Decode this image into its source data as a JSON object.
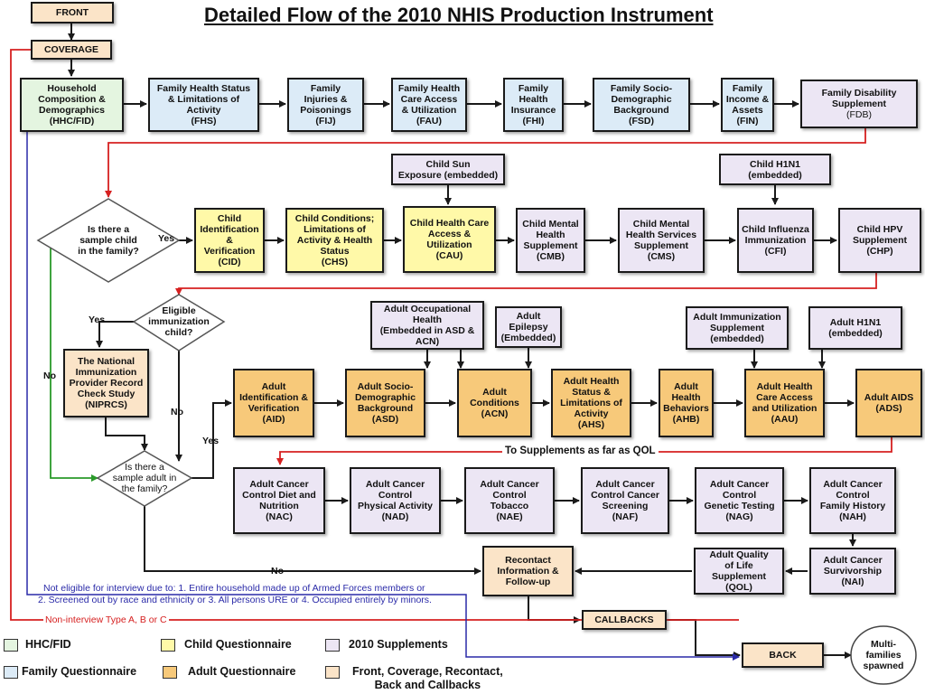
{
  "title": "Detailed Flow of the 2010 NHIS Production Instrument",
  "colors": {
    "family_questionnaire": "#dcebf7",
    "hhc_fid": "#e4f5e0",
    "child_questionnaire": "#fff9a8",
    "adult_questionnaire": "#f7c97a",
    "supplements": "#ece6f4",
    "front_back": "#fbe4c8",
    "red_flow": "#d62020",
    "blue_flow": "#2a2aa8",
    "green_flow": "#2a9a2a"
  },
  "front_nodes": {
    "front": "FRONT",
    "coverage": "COVERAGE",
    "callbacks": "CALLBACKS",
    "back": "BACK",
    "recontact": "Recontact\nInformation &\nFollow-up"
  },
  "family_row": {
    "hhc": "Household\nComposition &\nDemographics\n(HHC/FID)",
    "fhs": "Family Health Status\n& Limitations of\nActivity\n(FHS)",
    "fij": "Family\nInjuries &\nPoisonings\n(FIJ)",
    "fau": "Family Health\nCare Access\n& Utilization\n(FAU)",
    "fhi": "Family\nHealth\nInsurance\n(FHI)",
    "fsd": "Family Socio-\nDemographic\nBackground\n(FSD)",
    "fin": "Family\nIncome &\nAssets\n(FIN)",
    "fdb_title": "Family Disability\nSupplement",
    "fdb_code": "(FDB)"
  },
  "child_row": {
    "decision": "Is there a\nsample child\nin the family?",
    "yes": "Yes",
    "cid": "Child\nIdentification\n&\nVerification\n(CID)",
    "chs": "Child Conditions;\nLimitations of\nActivity & Health\nStatus\n(CHS)",
    "cau": "Child Health Care\nAccess &\nUtilization\n(CAU)",
    "cmb": "Child Mental\nHealth\nSupplement\n(CMB)",
    "cms": "Child Mental\nHealth Services\nSupplement\n(CMS)",
    "cfi": "Child Influenza\nImmunization\n(CFI)",
    "chp": "Child HPV\nSupplement\n(CHP)",
    "sun": "Child Sun\nExposure (embedded)",
    "h1n1": "Child H1N1\n(embedded)"
  },
  "immunization": {
    "decision": "Eligible\nimmunization\nchild?",
    "yes": "Yes",
    "no": "No",
    "niprcs": "The National\nImmunization\nProvider Record\nCheck Study\n(NIPRCS)",
    "no_child": "No"
  },
  "adult_row": {
    "decision": "Is there a\nsample adult in\nthe family?",
    "yes": "Yes",
    "no": "No",
    "aid": "Adult\nIdentification &\nVerification\n(AID)",
    "asd": "Adult Socio-\nDemographic\nBackground\n(ASD)",
    "acn": "Adult\nConditions\n(ACN)",
    "ahs": "Adult Health\nStatus &\nLimitations of\nActivity\n(AHS)",
    "ahb": "Adult\nHealth\nBehaviors\n(AHB)",
    "aau": "Adult Health\nCare Access\nand Utilization\n(AAU)",
    "ads": "Adult AIDS\n(ADS)",
    "occ": "Adult Occupational\nHealth\n(Embedded in ASD &\nACN)",
    "epi": "Adult\nEpilepsy\n(Embedded)",
    "imm": "Adult Immunization\nSupplement\n(embedded)",
    "h1n1": "Adult H1N1\n(embedded)",
    "to_supp": "To Supplements as far as QOL"
  },
  "cancer_row": {
    "nac": "Adult Cancer\nControl Diet and\nNutrition\n(NAC)",
    "nad": "Adult Cancer\nControl\nPhysical Activity\n(NAD)",
    "nae": "Adult Cancer\nControl\nTobacco\n(NAE)",
    "naf": "Adult Cancer\nControl Cancer\nScreening\n(NAF)",
    "nag": "Adult Cancer\nControl\nGenetic Testing\n(NAG)",
    "nah": "Adult Cancer\nControl\nFamily History\n(NAH)",
    "nai": "Adult Cancer\nSurvivorship\n(NAI)",
    "qol": "Adult Quality\nof Life Supplement\n(QOL)"
  },
  "notes": {
    "not_eligible_1": "Not eligible for interview due to: 1. Entire household made up of Armed Forces members or",
    "not_eligible_2": "2. Screened out by race and ethnicity or 3. All persons URE or 4. Occupied entirely by minors.",
    "non_interview": "Non-interview Type A, B or C",
    "multi": "Multi-\nfamilies\nspawned"
  },
  "legend": {
    "hhc": "HHC/FID",
    "child": "Child Questionnaire",
    "supp": "2010 Supplements",
    "family": "Family Questionnaire",
    "adult": "Adult Questionnaire",
    "front": "Front, Coverage, Recontact,\nBack and Callbacks"
  }
}
